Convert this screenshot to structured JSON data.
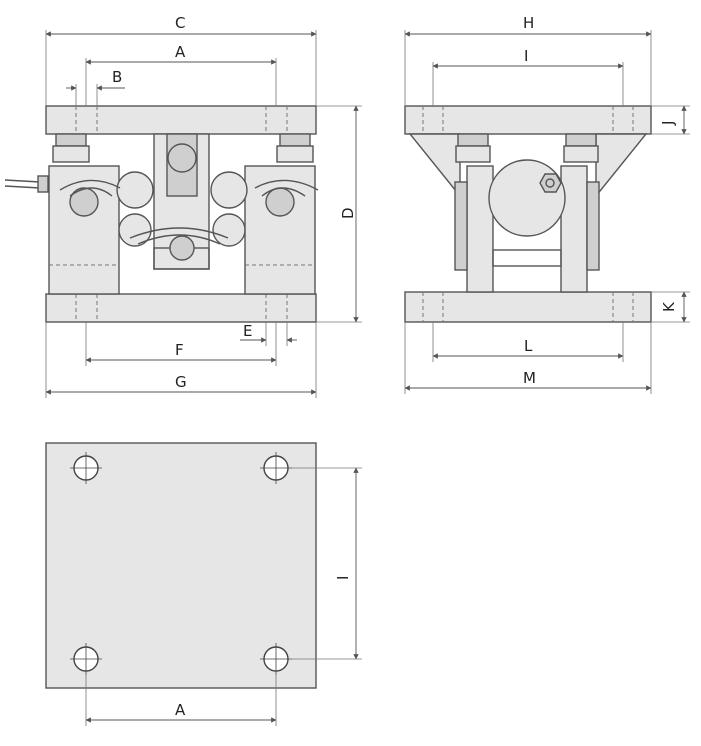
{
  "labels": {
    "front": {
      "c": "C",
      "a": "A",
      "b": "B",
      "d": "D",
      "e": "E",
      "f": "F",
      "g": "G"
    },
    "side": {
      "h": "H",
      "i": "I",
      "j": "J",
      "k": "K",
      "l": "L",
      "m": "M"
    },
    "plan": {
      "i": "I",
      "a": "A"
    }
  }
}
